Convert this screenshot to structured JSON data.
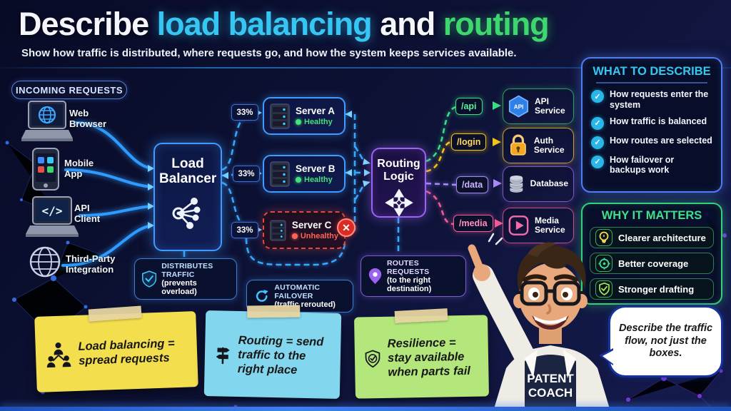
{
  "header": {
    "title_part1": "Describe",
    "title_part2": "load balancing",
    "title_part3": "and",
    "title_part4": "routing",
    "subtitle": "Show how traffic is distributed, where requests go, and how the system keeps services available."
  },
  "incoming": {
    "label": "INCOMING REQUESTS",
    "sources": [
      {
        "label": "Web Browser",
        "icon": "web-browser-laptop-icon"
      },
      {
        "label": "Mobile App",
        "icon": "mobile-app-phone-icon"
      },
      {
        "label": "API Client",
        "icon": "api-client-laptop-icon"
      },
      {
        "label": "Third-Party Integration",
        "icon": "globe-icon"
      }
    ]
  },
  "load_balancer": {
    "label": "Load Balancer",
    "icon": "network-share-icon"
  },
  "distribution": {
    "values": [
      "33%",
      "33%",
      "33%"
    ]
  },
  "servers": [
    {
      "name": "Server A",
      "status": "Healthy"
    },
    {
      "name": "Server B",
      "status": "Healthy"
    },
    {
      "name": "Server C",
      "status": "Unhealthy",
      "error_mark": "✕"
    }
  ],
  "routing": {
    "label": "Routing Logic",
    "icon": "four-way-arrows-icon"
  },
  "routes": [
    {
      "path": "/api",
      "service": "API Service",
      "icon": "api-hexagon-icon",
      "icon_text": "API",
      "color": "#3ddc84"
    },
    {
      "path": "/login",
      "service": "Auth Service",
      "icon": "lock-icon",
      "color": "#f5c518"
    },
    {
      "path": "/data",
      "service": "Database",
      "icon": "database-icon",
      "color": "#a78bfa"
    },
    {
      "path": "/media",
      "service": "Media Service",
      "icon": "play-icon",
      "color": "#f25c9a"
    }
  ],
  "badges": [
    {
      "title": "DISTRIBUTES TRAFFIC",
      "subtitle": "(prevents overload)",
      "icon": "shield-check-icon"
    },
    {
      "title": "AUTOMATIC FAILOVER",
      "subtitle": "(traffic rerouted)",
      "icon": "refresh-icon"
    },
    {
      "title": "ROUTES REQUESTS",
      "subtitle": "(to the right destination)",
      "icon": "location-pin-icon"
    }
  ],
  "what_to_describe": {
    "title": "WHAT TO DESCRIBE",
    "items": [
      "How requests enter the system",
      "How traffic is balanced",
      "How routes are selected",
      "How failover or backups work"
    ]
  },
  "why_it_matters": {
    "title": "WHY IT MATTERS",
    "items": [
      {
        "label": "Clearer architecture",
        "icon": "lightbulb-icon"
      },
      {
        "label": "Better coverage",
        "icon": "target-icon"
      },
      {
        "label": "Stronger drafting",
        "icon": "shield-check-icon"
      }
    ]
  },
  "sticky_notes": [
    {
      "text": "Load balancing = spread requests",
      "icon": "people-hierarchy-icon",
      "color": "#f3df4e"
    },
    {
      "text": "Routing = send traffic to the right place",
      "icon": "signpost-icon",
      "color": "#82d6ee"
    },
    {
      "text": "Resilience = stay available when parts fail",
      "icon": "shield-check-icon",
      "color": "#b4e77b"
    }
  ],
  "coach": {
    "shirt_line1": "PATENT",
    "shirt_line2": "COACH",
    "speech": "Describe the traffic flow, not just the boxes."
  },
  "colors": {
    "title_cyan": "#36c6f4",
    "title_green": "#3ed66f",
    "healthy": "#44e07c",
    "unhealthy": "#ff6257",
    "connector_blue": "#2f9bff"
  }
}
